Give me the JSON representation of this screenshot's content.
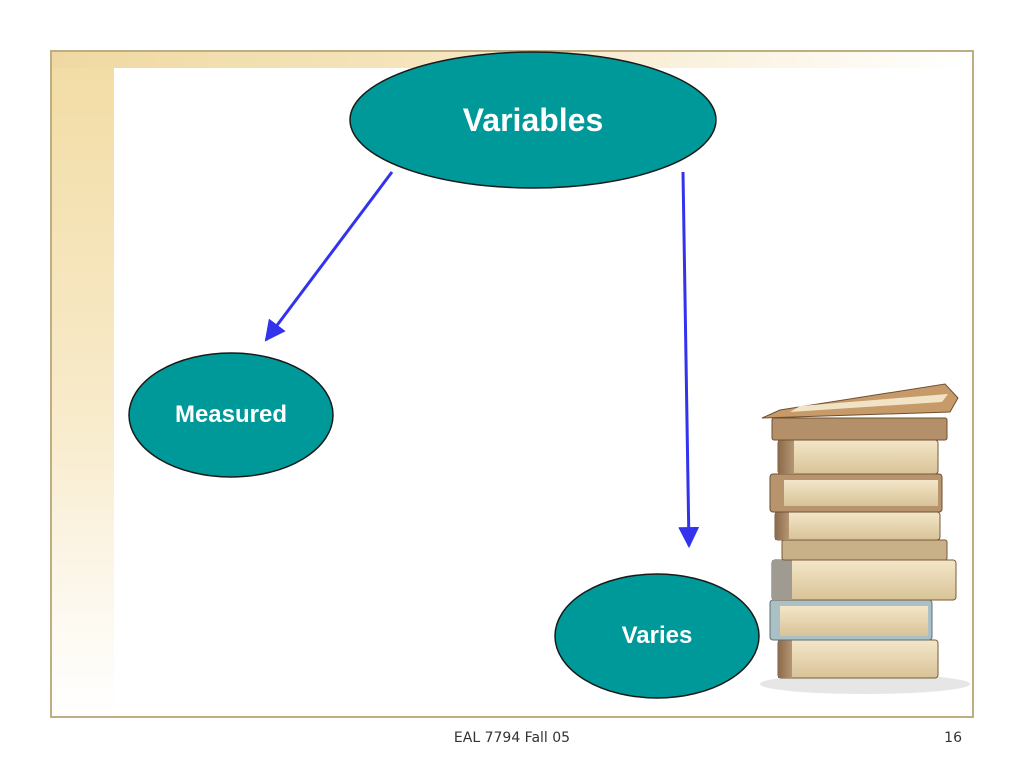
{
  "diagram": {
    "nodes": [
      {
        "id": "variables",
        "label": "Variables"
      },
      {
        "id": "measured",
        "label": "Measured"
      },
      {
        "id": "varies",
        "label": "Varies"
      }
    ],
    "edges": [
      {
        "from": "variables",
        "to": "measured"
      },
      {
        "from": "variables",
        "to": "varies"
      }
    ]
  },
  "colors": {
    "node_fill": "#009999",
    "node_stroke": "#1a1a1a",
    "arrow": "#3333ee",
    "frame_border": "#bfae84"
  },
  "footer": {
    "text": "EAL 7794 Fall 05",
    "page_number": "16"
  },
  "icons": {
    "book_stack": "book-stack-image"
  }
}
